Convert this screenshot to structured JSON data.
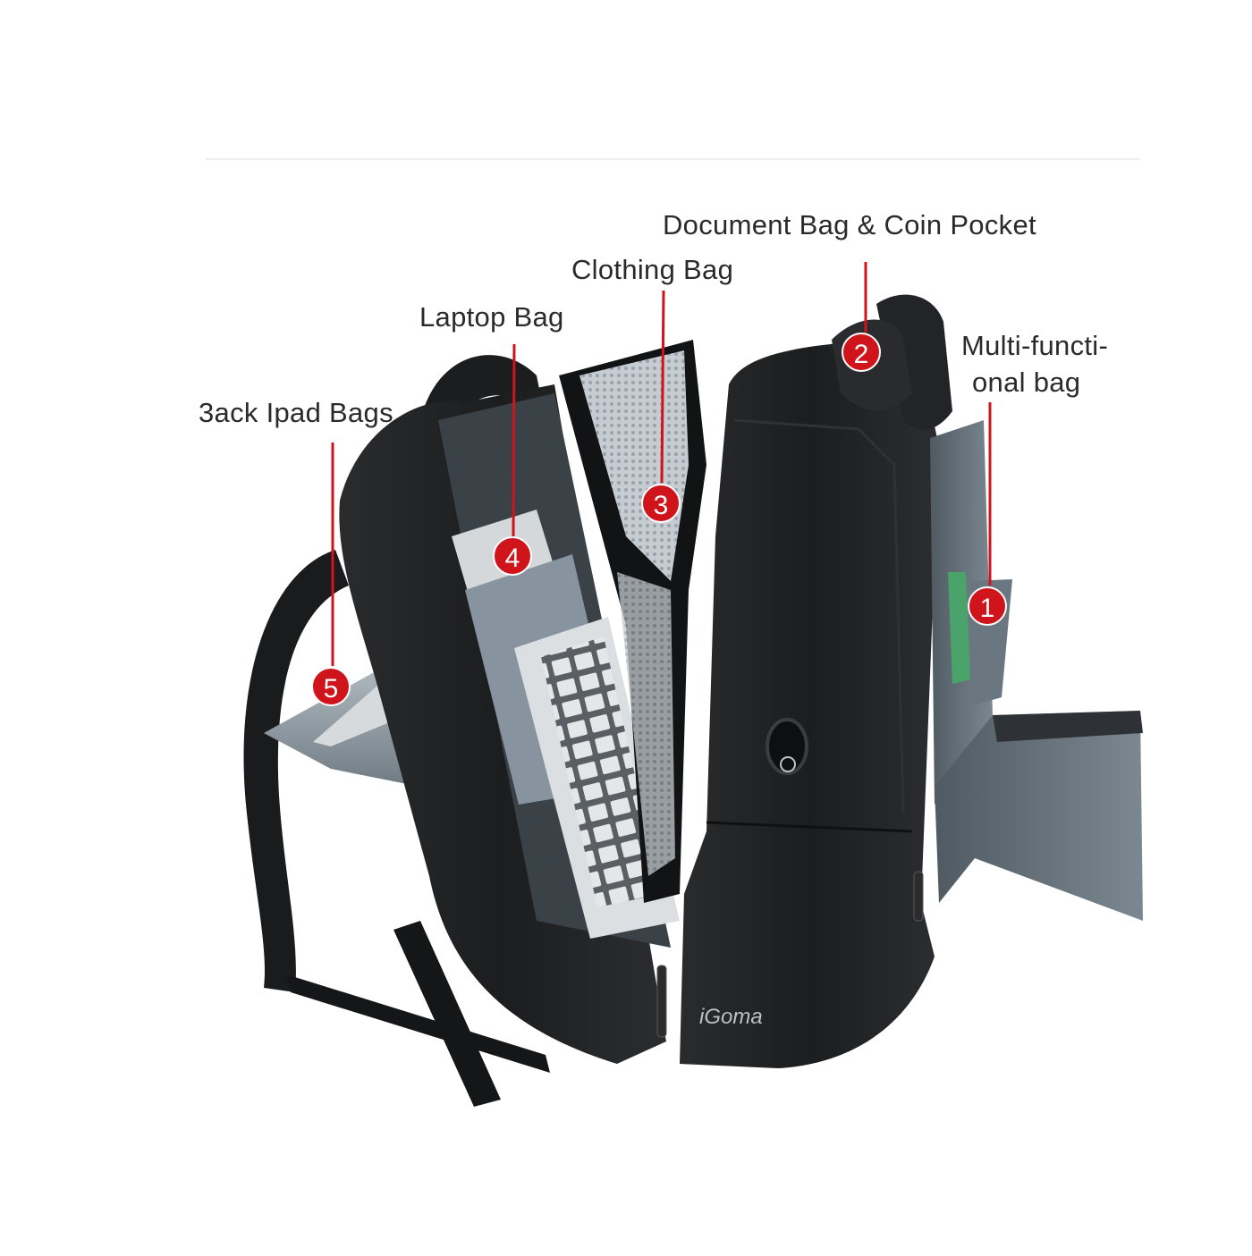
{
  "labels": {
    "document": "Document Bag & Coin Pocket",
    "clothing": "Clothing Bag",
    "laptop": "Laptop Bag",
    "back_ipad": "3ack Ipad Bags",
    "multi_line1": "Multi-functi-",
    "multi_line2": "onal bag"
  },
  "badges": {
    "b1": "1",
    "b2": "2",
    "b3": "3",
    "b4": "4",
    "b5": "5"
  },
  "brand": "iGoma",
  "colors": {
    "callout_red": "#d0141c",
    "bag_black": "#1f2022",
    "lining_grey": "#8e9aa3",
    "background": "#ffffff"
  }
}
